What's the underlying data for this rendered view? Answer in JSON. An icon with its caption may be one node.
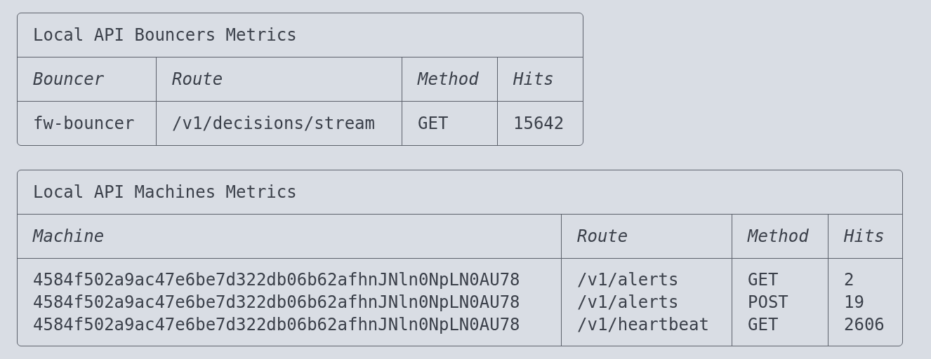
{
  "diagram": {
    "labels": [
      "Local API Bouncers Metrics",
      "Bouncer",
      "Route",
      "Method",
      "Hits",
      "fw-bouncer",
      "/v1/decisions/stream",
      "GET",
      "15642",
      "Local API Machines Metrics",
      "Machine",
      "Route",
      "Method",
      "Hits",
      "4584f502a9ac47e6be7d322db06b62afhnJNln0NpLN0AU78",
      "/v1/alerts",
      "GET",
      "2",
      "4584f502a9ac47e6be7d322db06b62afhnJNln0NpLN0AU78",
      "/v1/alerts",
      "POST",
      "19",
      "4584f502a9ac47e6be7d322db06b62afhnJNln0NpLN0AU78",
      "/v1/heartbeat",
      "GET",
      "2606"
    ]
  }
}
